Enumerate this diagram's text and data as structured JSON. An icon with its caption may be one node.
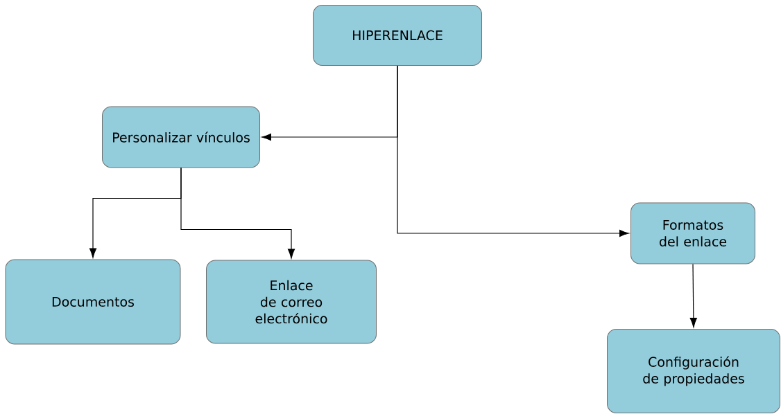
{
  "diagram": {
    "nodes": [
      {
        "text": [
          "HIPERENLACE"
        ]
      },
      {
        "text": [
          "Personalizar vínculos"
        ]
      },
      {
        "text": [
          "Documentos"
        ]
      },
      {
        "text": [
          "Enlace de correo electrónico"
        ]
      },
      {
        "text": [
          "Formatos del enlace"
        ]
      },
      {
        "text": [
          "Configuración de propiedades"
        ]
      }
    ],
    "edges": [
      {
        "from": 0,
        "to": 1,
        "arrow": "to"
      },
      {
        "from": 0,
        "to": 4,
        "arrow": "to"
      },
      {
        "from": 1,
        "to": 2,
        "arrow": "to"
      },
      {
        "from": 1,
        "to": 3,
        "arrow": "to"
      },
      {
        "from": 4,
        "to": 5,
        "arrow": "to"
      }
    ]
  }
}
